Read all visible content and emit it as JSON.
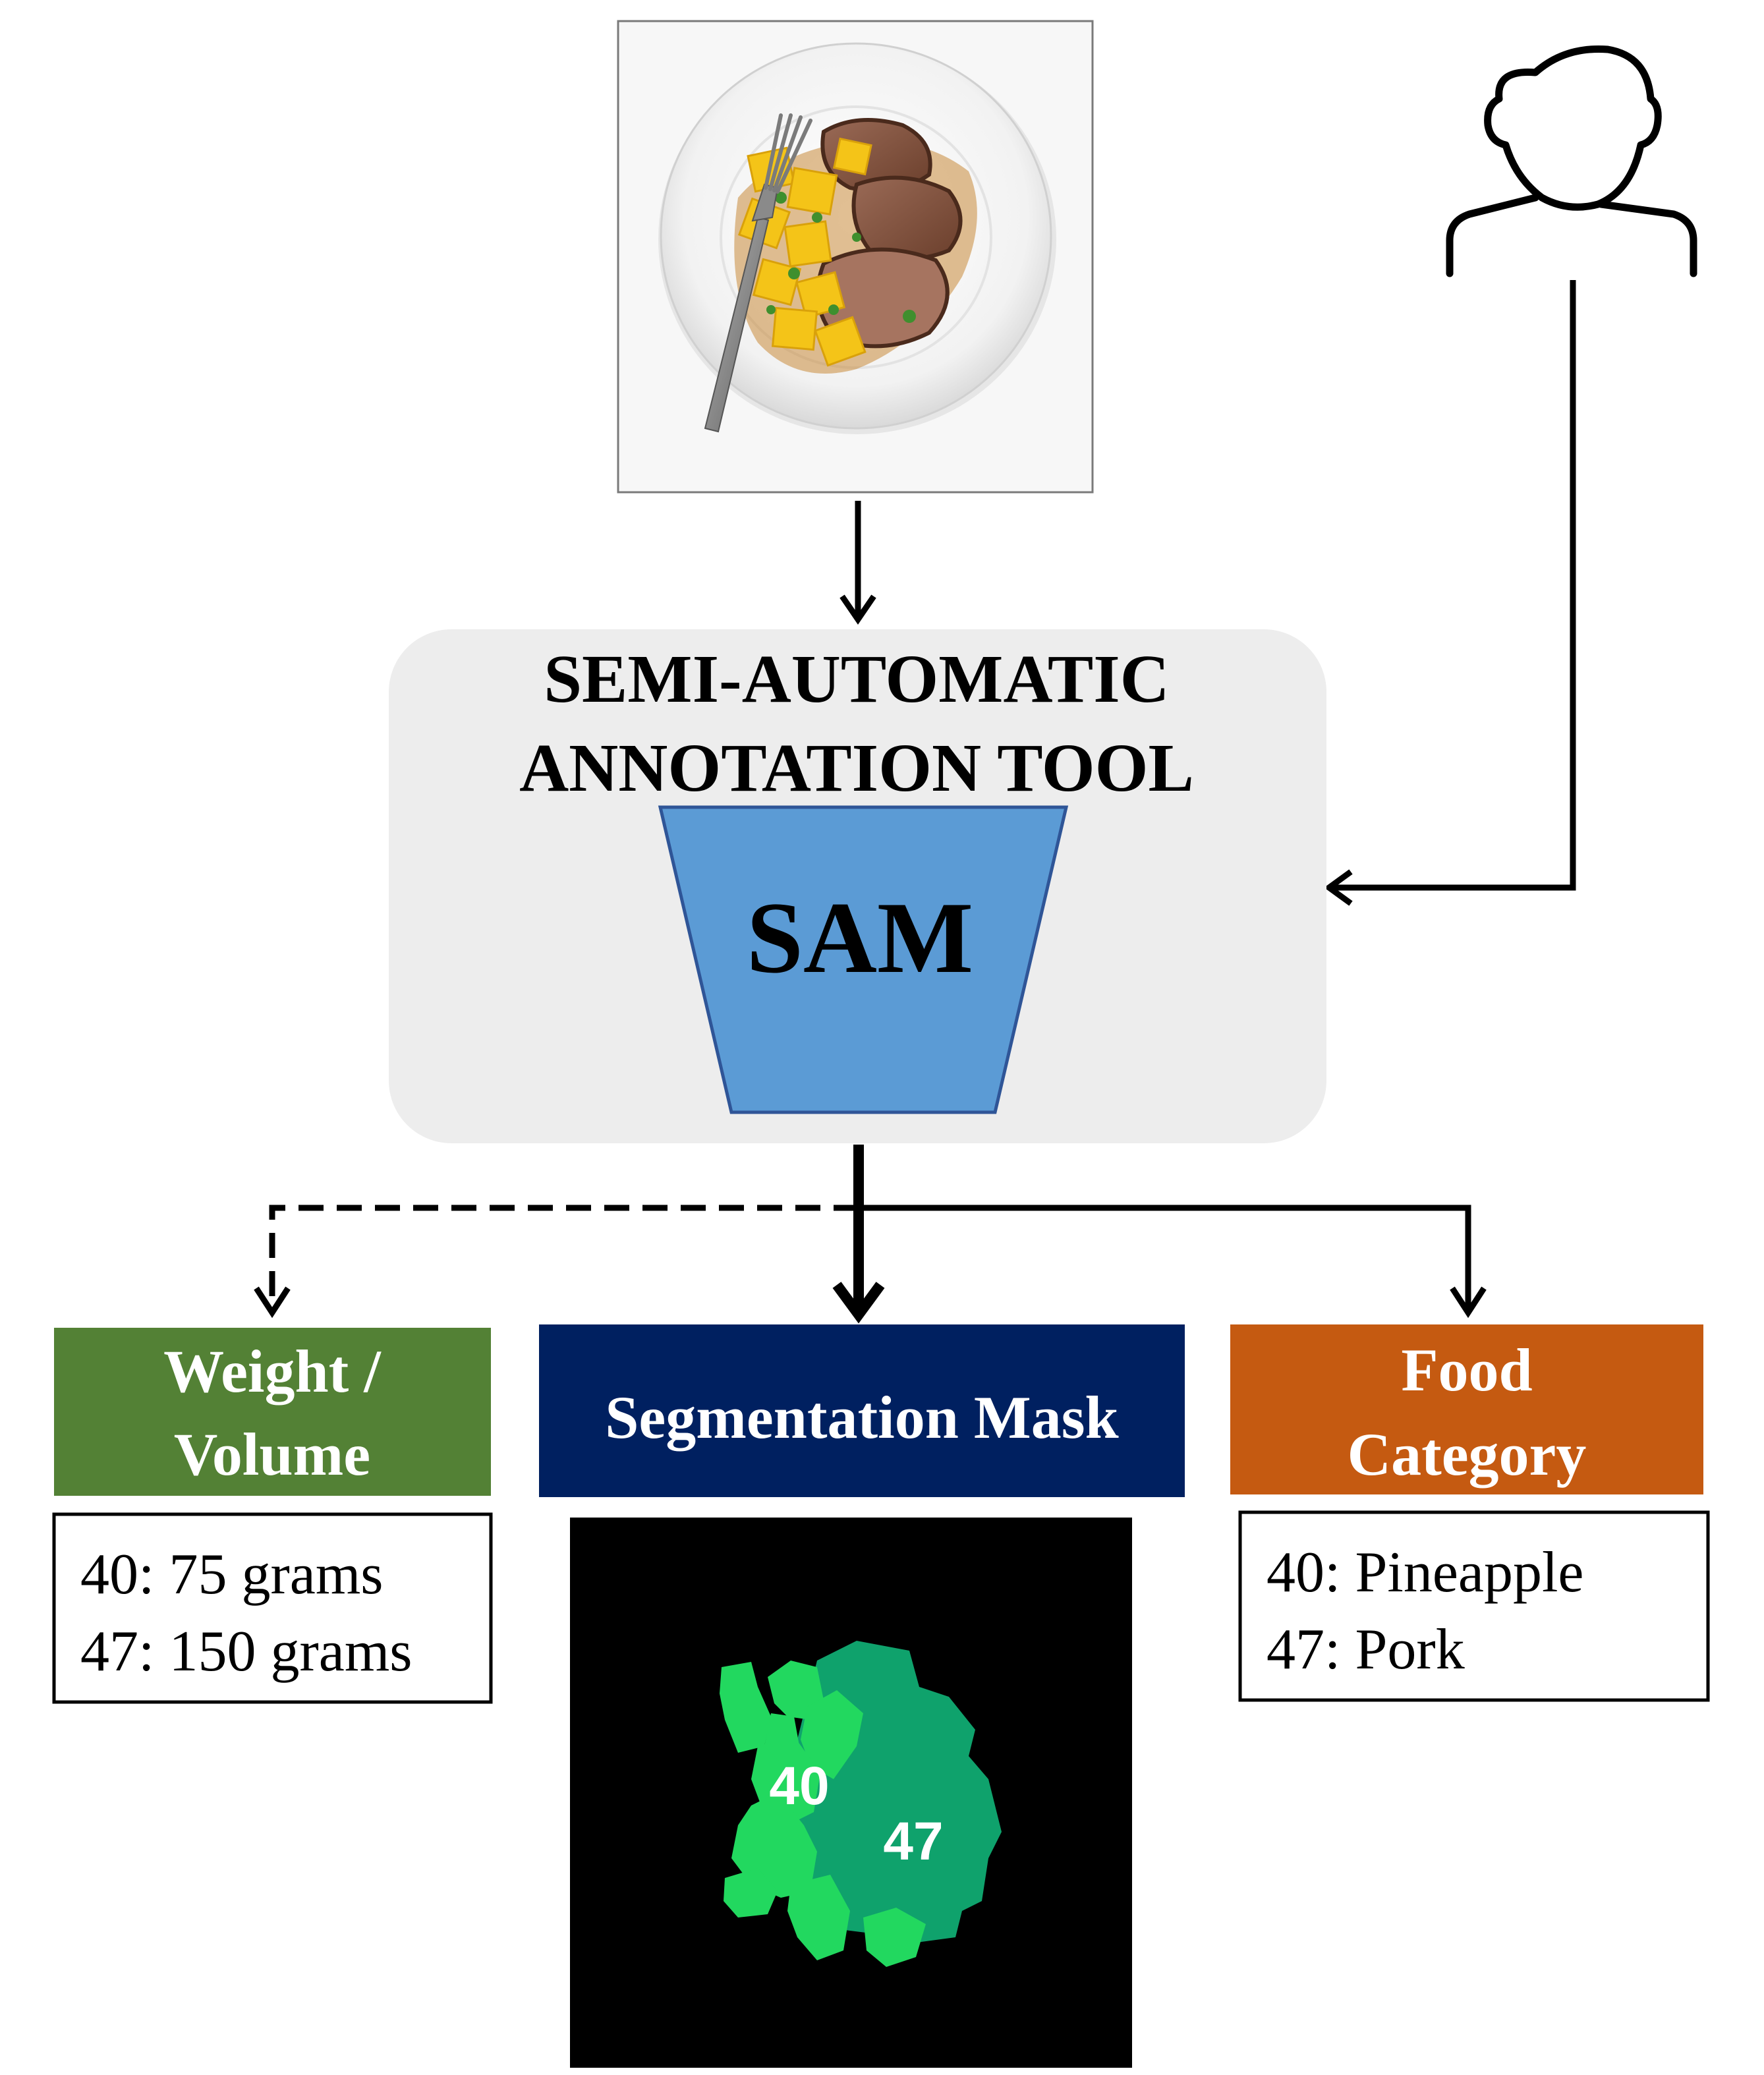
{
  "tool": {
    "title_line1": "SEMI-AUTOMATIC",
    "title_line2": "ANNOTATION TOOL",
    "model_label": "SAM"
  },
  "outputs": {
    "weight": {
      "header_line1": "Weight /",
      "header_line2": "Volume",
      "items": [
        "40: 75 grams",
        "47: 150 grams"
      ]
    },
    "mask": {
      "header": "Segmentation Mask",
      "region_labels": [
        "40",
        "47"
      ]
    },
    "category": {
      "header_line1": "Food",
      "header_line2": "Category",
      "items": [
        "40: Pineapple",
        "47: Pork"
      ]
    }
  },
  "colors": {
    "tool_bg": "#EDEDED",
    "sam_fill": "#5B9BD5",
    "weight_header": "#538135",
    "mask_header": "#002060",
    "category_header": "#C55A11",
    "mask_bg": "#000000",
    "region_40": "#22D85F",
    "region_47": "#0FA26C"
  },
  "icons": {
    "input_image": "food-plate-photo",
    "annotator": "user-person-icon"
  }
}
